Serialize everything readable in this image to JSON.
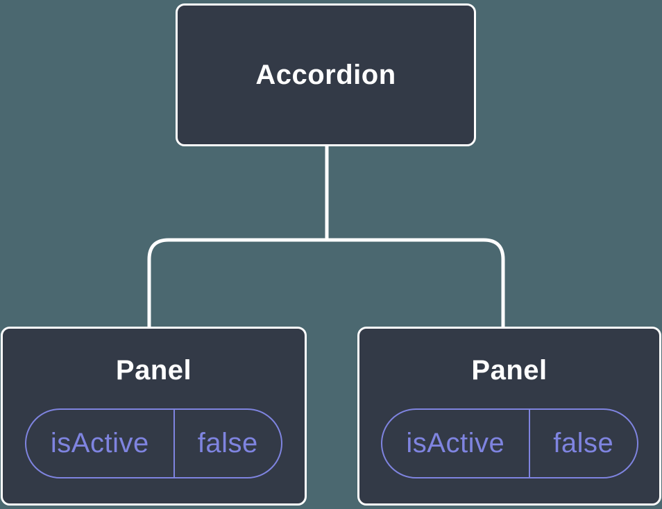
{
  "colors": {
    "background": "#4b6870",
    "node_fill": "#333a47",
    "node_border": "#ffffff",
    "connector_line": "#ffffff",
    "accent_purple": "#7f84e0",
    "title_text": "#ffffff"
  },
  "tree": {
    "root": {
      "label": "Accordion"
    },
    "children": [
      {
        "label": "Panel",
        "prop": {
          "name": "isActive",
          "value": "false"
        }
      },
      {
        "label": "Panel",
        "prop": {
          "name": "isActive",
          "value": "false"
        }
      }
    ]
  }
}
